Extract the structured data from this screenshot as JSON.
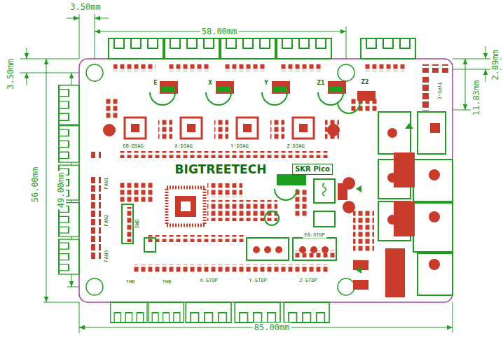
{
  "diagram": {
    "labels": [
      "3.50mm",
      "58.00mm",
      "3.50mm",
      "56.00mm",
      "49.00mm",
      "2.89mm",
      "11.83mm",
      "85.00mm",
      "E",
      "X",
      "Y",
      "Z1",
      "Z2",
      "E0-DIAG",
      "X-DIAG",
      "Y-DIAG",
      "Z-DIAG",
      "BIGTREETECH",
      "SKR Pico",
      "FAN1",
      "FAN2",
      "FAN3",
      "SWD",
      "THB",
      "TH0",
      "X-STOP",
      "Y-STOP",
      "Z-STOP",
      "E0-STOP",
      "TYPE-C"
    ]
  }
}
